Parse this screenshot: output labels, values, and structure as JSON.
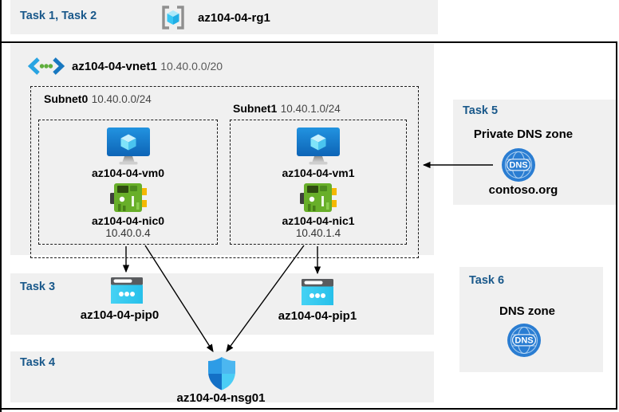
{
  "header": {
    "tasks_label": "Task 1, Task 2",
    "resource_group": "az104-04-rg1"
  },
  "vnet": {
    "name": "az104-04-vnet1",
    "cidr": "10.40.0.0/20",
    "subnets": [
      {
        "name": "Subnet0",
        "cidr": "10.40.0.0/24",
        "vm": "az104-04-vm0",
        "nic": "az104-04-nic0",
        "ip": "10.40.0.4"
      },
      {
        "name": "Subnet1",
        "cidr": "10.40.1.0/24",
        "vm": "az104-04-vm1",
        "nic": "az104-04-nic1",
        "ip": "10.40.1.4"
      }
    ]
  },
  "task3": {
    "label": "Task 3",
    "pips": [
      "az104-04-pip0",
      "az104-04-pip1"
    ]
  },
  "task4": {
    "label": "Task 4",
    "nsg": "az104-04-nsg01"
  },
  "task5": {
    "label": "Task 5",
    "title": "Private DNS zone",
    "zone": "contoso.org",
    "icon_text": "DNS"
  },
  "task6": {
    "label": "Task 6",
    "title": "DNS zone",
    "icon_text": "DNS"
  },
  "icons": {
    "resource_group": "bracketed-cube",
    "virtual_network": "angle-brackets-with-dots",
    "virtual_machine": "monitor-with-cube",
    "network_interface": "green-nic-card",
    "public_ip": "cyan-ip-card",
    "nsg": "quadrant-shield",
    "dns": "globe-dns"
  },
  "colors": {
    "task_label": "#19588a",
    "panel_bg": "#f0f0f0",
    "frame": "#000000"
  }
}
